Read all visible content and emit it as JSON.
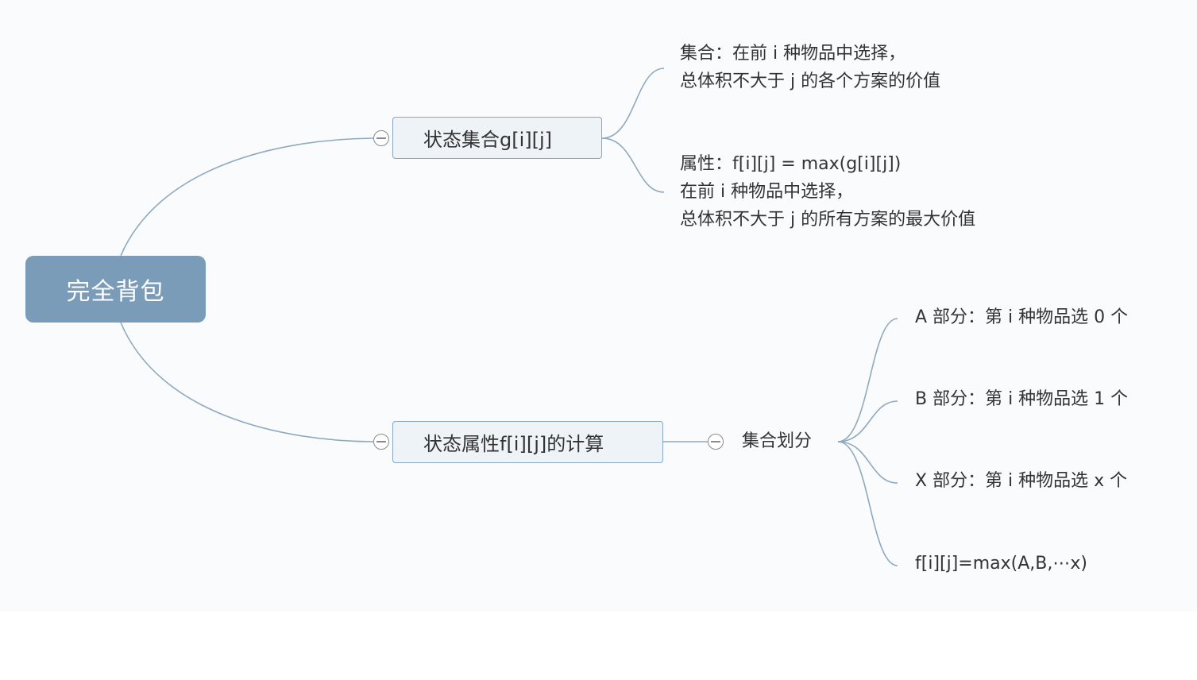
{
  "root": {
    "label": "完全背包"
  },
  "branch_state_set": {
    "label": "状态集合g[i][j]",
    "children": {
      "set_lines": [
        "集合：在前 i 种物品中选择，",
        "总体积不大于 j 的各个方案的价值"
      ],
      "attr_lines": [
        "属性：f[i][j] = max(g[i][j])",
        "在前 i 种物品中选择，",
        "总体积不大于 j 的所有方案的最大价值"
      ]
    }
  },
  "branch_state_calc": {
    "label": "状态属性f[i][j]的计算",
    "division": {
      "label": "集合划分",
      "leaves": [
        "A 部分：第 i 种物品选 0 个",
        "B 部分：第 i 种物品选 1 个",
        "X 部分：第 i 种物品选 x 个",
        "f[i][j]=max(A,B,⋯x)"
      ]
    }
  },
  "colors": {
    "root_fill": "#7b9cb8",
    "node_fill": "#eef3f8",
    "node_border": "#86a6c2",
    "link": "#8ea9c0"
  }
}
